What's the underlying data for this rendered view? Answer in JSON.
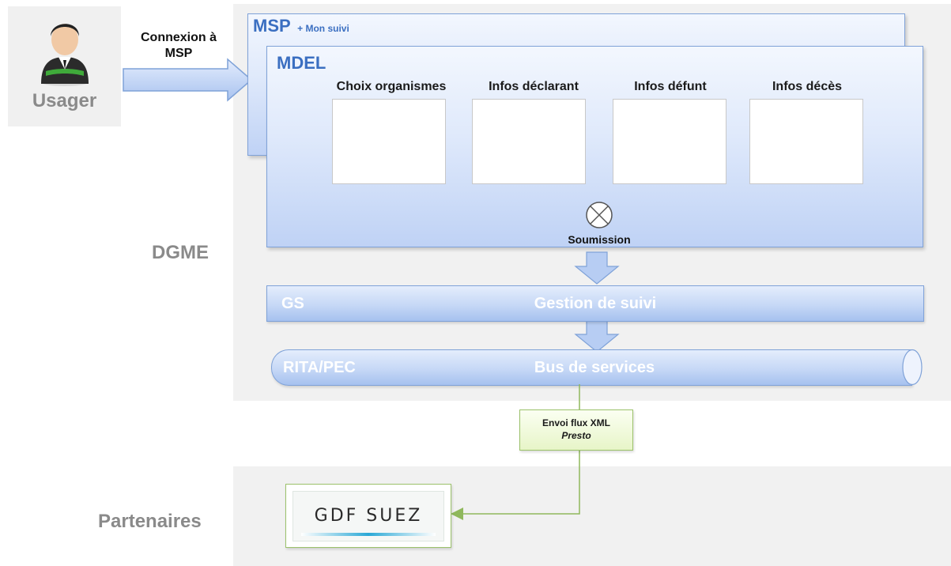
{
  "usager": {
    "label": "Usager",
    "icon": "user-icon"
  },
  "connexion": {
    "line1": "Connexion à",
    "line2": "MSP"
  },
  "msp": {
    "title": "MSP",
    "subtitle": "+ Mon suivi"
  },
  "mdel": {
    "title": "MDEL",
    "steps": [
      {
        "label": "Choix organismes"
      },
      {
        "label": "Infos déclarant"
      },
      {
        "label": "Infos défunt"
      },
      {
        "label": "Infos décès"
      }
    ],
    "submit_label": "Soumission"
  },
  "zones": {
    "dgme": "DGME",
    "partenaires": "Partenaires"
  },
  "gs": {
    "left": "GS",
    "center": "Gestion de suivi"
  },
  "rita": {
    "left": "RITA/PEC",
    "center": "Bus de services"
  },
  "xml": {
    "line1": "Envoi flux XML",
    "line2": "Presto"
  },
  "partner": {
    "logo_text": "GDF SUEZ"
  },
  "colors": {
    "box_blue": "#dfe9fb",
    "title_blue": "#3b6fc1",
    "green_border": "#9cc26b",
    "arrow_blue": "#b7cdf3"
  }
}
